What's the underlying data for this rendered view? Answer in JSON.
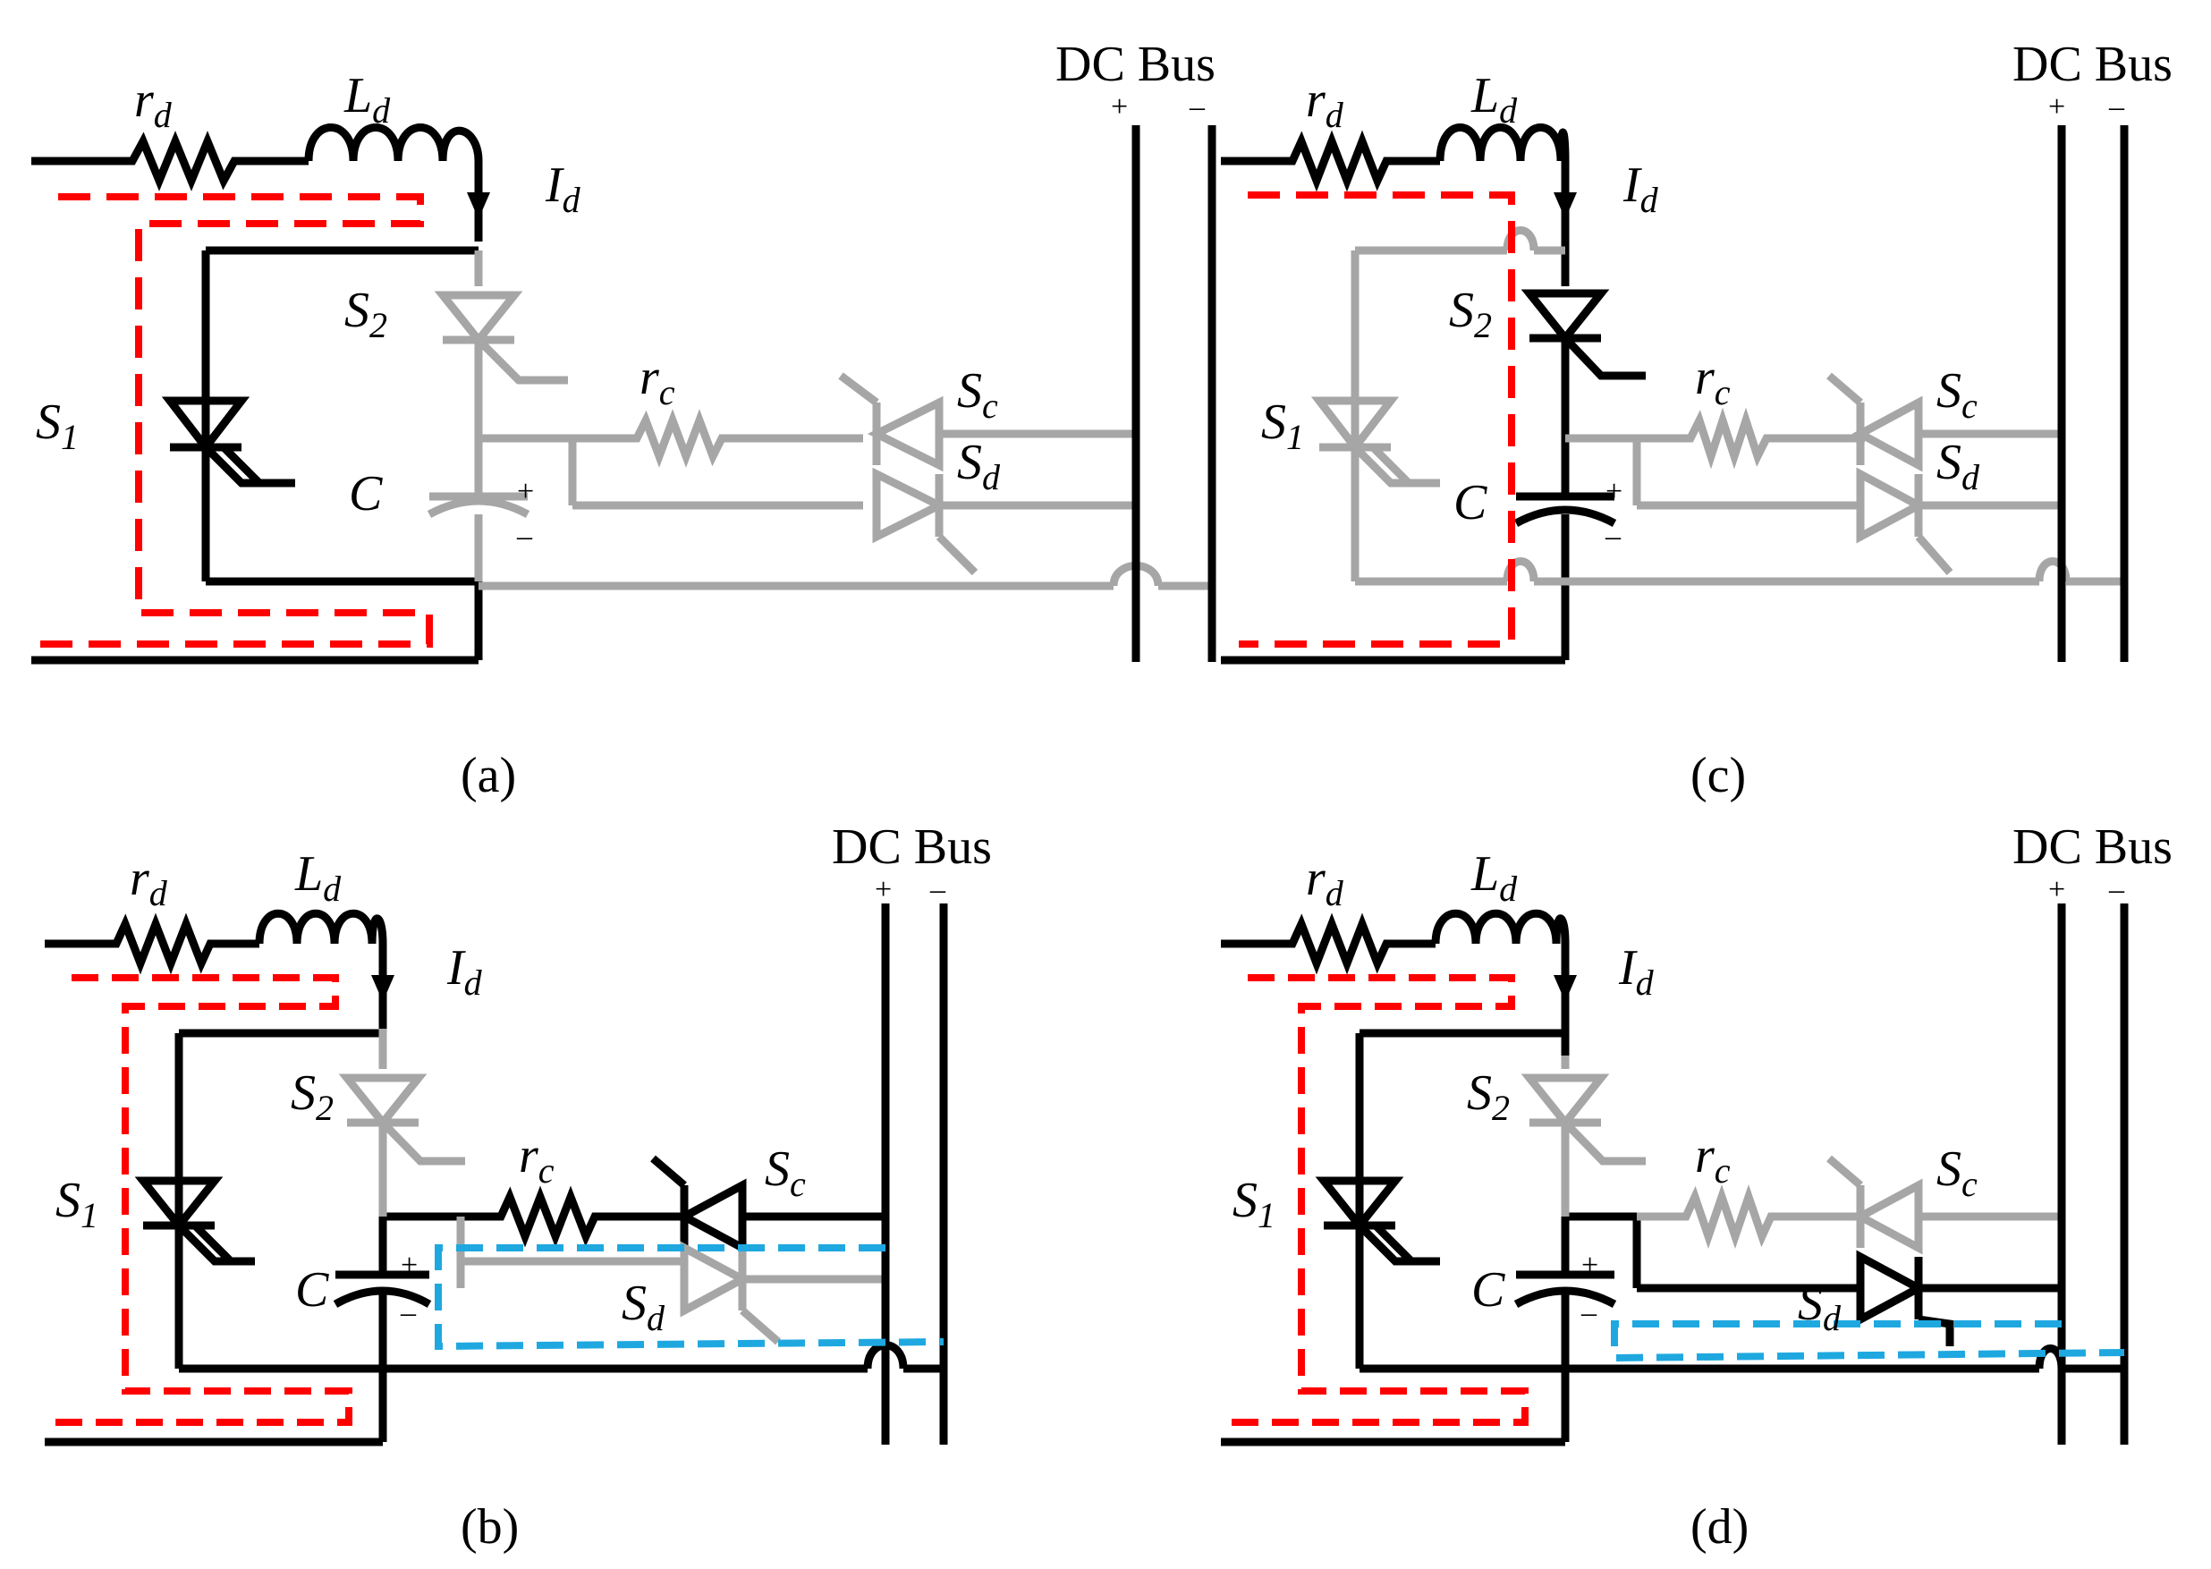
{
  "colors": {
    "active": "#000000",
    "inactive": "#a6a6a6",
    "charge_path": "#ff0000",
    "discharge_path": "#1fa8e0"
  },
  "labels": {
    "rd": {
      "main": "r",
      "sub": "d"
    },
    "Ld": {
      "main": "L",
      "sub": "d"
    },
    "Id": {
      "main": "I",
      "sub": "d"
    },
    "S1": {
      "main": "S",
      "sub": "1"
    },
    "S2": {
      "main": "S",
      "sub": "2"
    },
    "rc": {
      "main": "r",
      "sub": "c"
    },
    "Sc": {
      "main": "S",
      "sub": "c"
    },
    "Sd": {
      "main": "S",
      "sub": "d"
    },
    "C": "C",
    "dc_bus": "DC Bus",
    "plus": "+",
    "minus": "–"
  },
  "panels": [
    {
      "id": "a",
      "caption": "(a)",
      "active": [
        "S1"
      ],
      "inactive": [
        "S2",
        "C",
        "rc",
        "Sc",
        "Sd"
      ],
      "paths": [
        "charge"
      ]
    },
    {
      "id": "b",
      "caption": "(b)",
      "active": [
        "S1",
        "C",
        "rc",
        "Sc"
      ],
      "inactive": [
        "S2",
        "Sd"
      ],
      "paths": [
        "charge",
        "discharge"
      ]
    },
    {
      "id": "c",
      "caption": "(c)",
      "active": [
        "S2",
        "C"
      ],
      "inactive": [
        "S1",
        "rc",
        "Sc",
        "Sd"
      ],
      "paths": [
        "charge"
      ]
    },
    {
      "id": "d",
      "caption": "(d)",
      "active": [
        "S1",
        "C",
        "Sd"
      ],
      "inactive": [
        "S2",
        "rc",
        "Sc"
      ],
      "paths": [
        "charge",
        "discharge"
      ]
    }
  ]
}
